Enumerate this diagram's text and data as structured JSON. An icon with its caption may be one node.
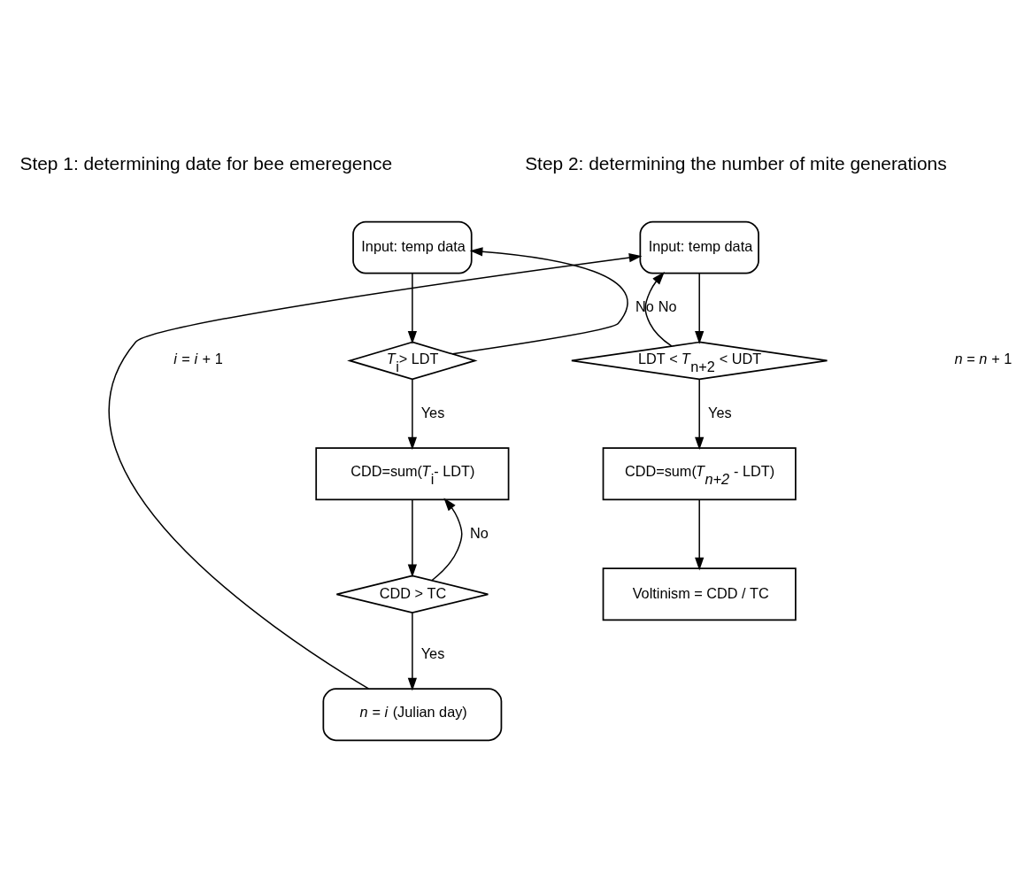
{
  "diagram": {
    "nodes": [
      {
        "text": [
          "Input: temp data"
        ]
      },
      {
        "text": [
          "*T*$_{i}$> LDT"
        ]
      },
      {
        "text": [
          "CDD=sum(*T*$_{i}$- LDT)"
        ]
      },
      {
        "text": [
          "CDD > TC"
        ]
      },
      {
        "text": [
          "*n* = *i* (Julian day)"
        ]
      },
      {
        "text": [
          "Input: temp data"
        ]
      },
      {
        "text": [
          "LDT < *T*$_{n+2}$ < UDT"
        ]
      },
      {
        "text": [
          "CDD=sum(*T$_{n+2}$* - LDT)"
        ]
      },
      {
        "text": [
          "Voltinism = CDD / TC"
        ]
      }
    ],
    "edges": [
      {
        "from": 0,
        "to": 1,
        "arrow": "to"
      },
      {
        "from": 1,
        "to": 0,
        "arrow": "to",
        "label": "No"
      },
      {
        "from": 1,
        "to": 2,
        "arrow": "to",
        "label": "Yes"
      },
      {
        "from": 2,
        "to": 3,
        "arrow": "to"
      },
      {
        "from": 3,
        "to": 2,
        "arrow": "to",
        "label": "No"
      },
      {
        "from": 3,
        "to": 4,
        "arrow": "to",
        "label": "Yes"
      },
      {
        "from": 4,
        "to": 5,
        "arrow": "to"
      },
      {
        "from": 5,
        "to": 6,
        "arrow": "to"
      },
      {
        "from": 6,
        "to": 5,
        "arrow": "to",
        "label": "No"
      },
      {
        "from": 6,
        "to": 7,
        "arrow": "to",
        "label": "Yes"
      },
      {
        "from": 7,
        "to": 8,
        "arrow": "to"
      }
    ],
    "labels": [
      "Step 1: determining date for bee emeregence",
      "Step 2: determining the number of mite generations",
      "*i* = *i* + 1",
      "*n* = *n* + 1"
    ]
  }
}
